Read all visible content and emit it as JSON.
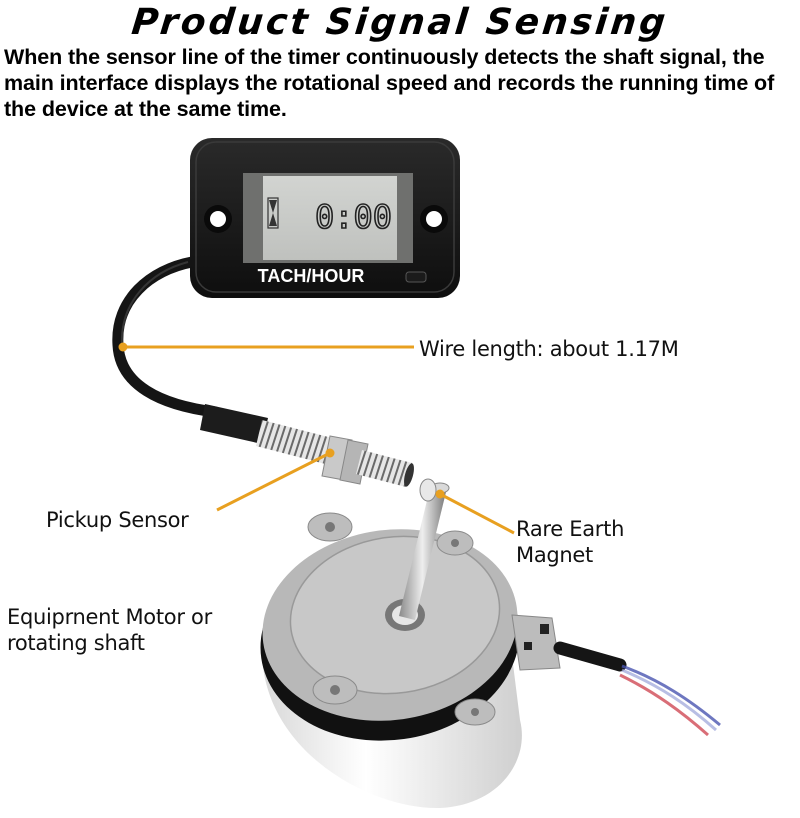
{
  "header": {
    "title": "Product Signal Sensing",
    "description": "When the sensor line of the timer continuously detects the shaft signal, the main interface displays the rotational speed and records the running time of the device at the same time."
  },
  "device": {
    "label": "TACH/HOUR",
    "lcd_reading": "0:00",
    "lcd_icon": "hourglass-icon"
  },
  "callouts": {
    "wire_length": "Wire length: about 1.17M",
    "pickup_sensor": "Pickup Sensor",
    "magnet_line1": "Rare Earth",
    "magnet_line2": "Magnet",
    "motor_line1": "Equiprnent Motor or",
    "motor_line2": "rotating shaft"
  },
  "colors": {
    "leader_line": "#E8A020",
    "device_body": "#1a1a1a",
    "lcd_background": "#c9cbc8",
    "text": "#111111"
  }
}
